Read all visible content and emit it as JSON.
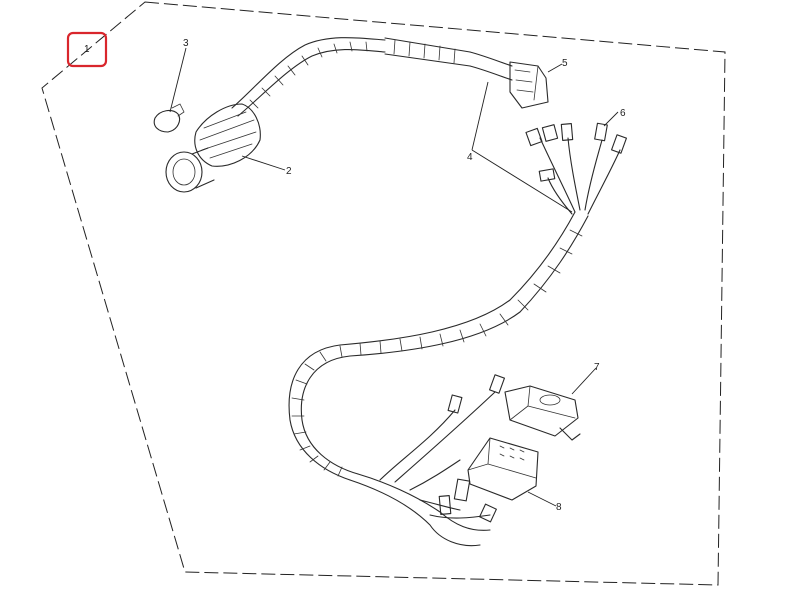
{
  "diagram": {
    "highlight_color": "#d9262c",
    "ink_color": "#2a2a2a",
    "callouts": [
      "1",
      "2",
      "3",
      "4",
      "5",
      "6",
      "7",
      "8"
    ]
  }
}
